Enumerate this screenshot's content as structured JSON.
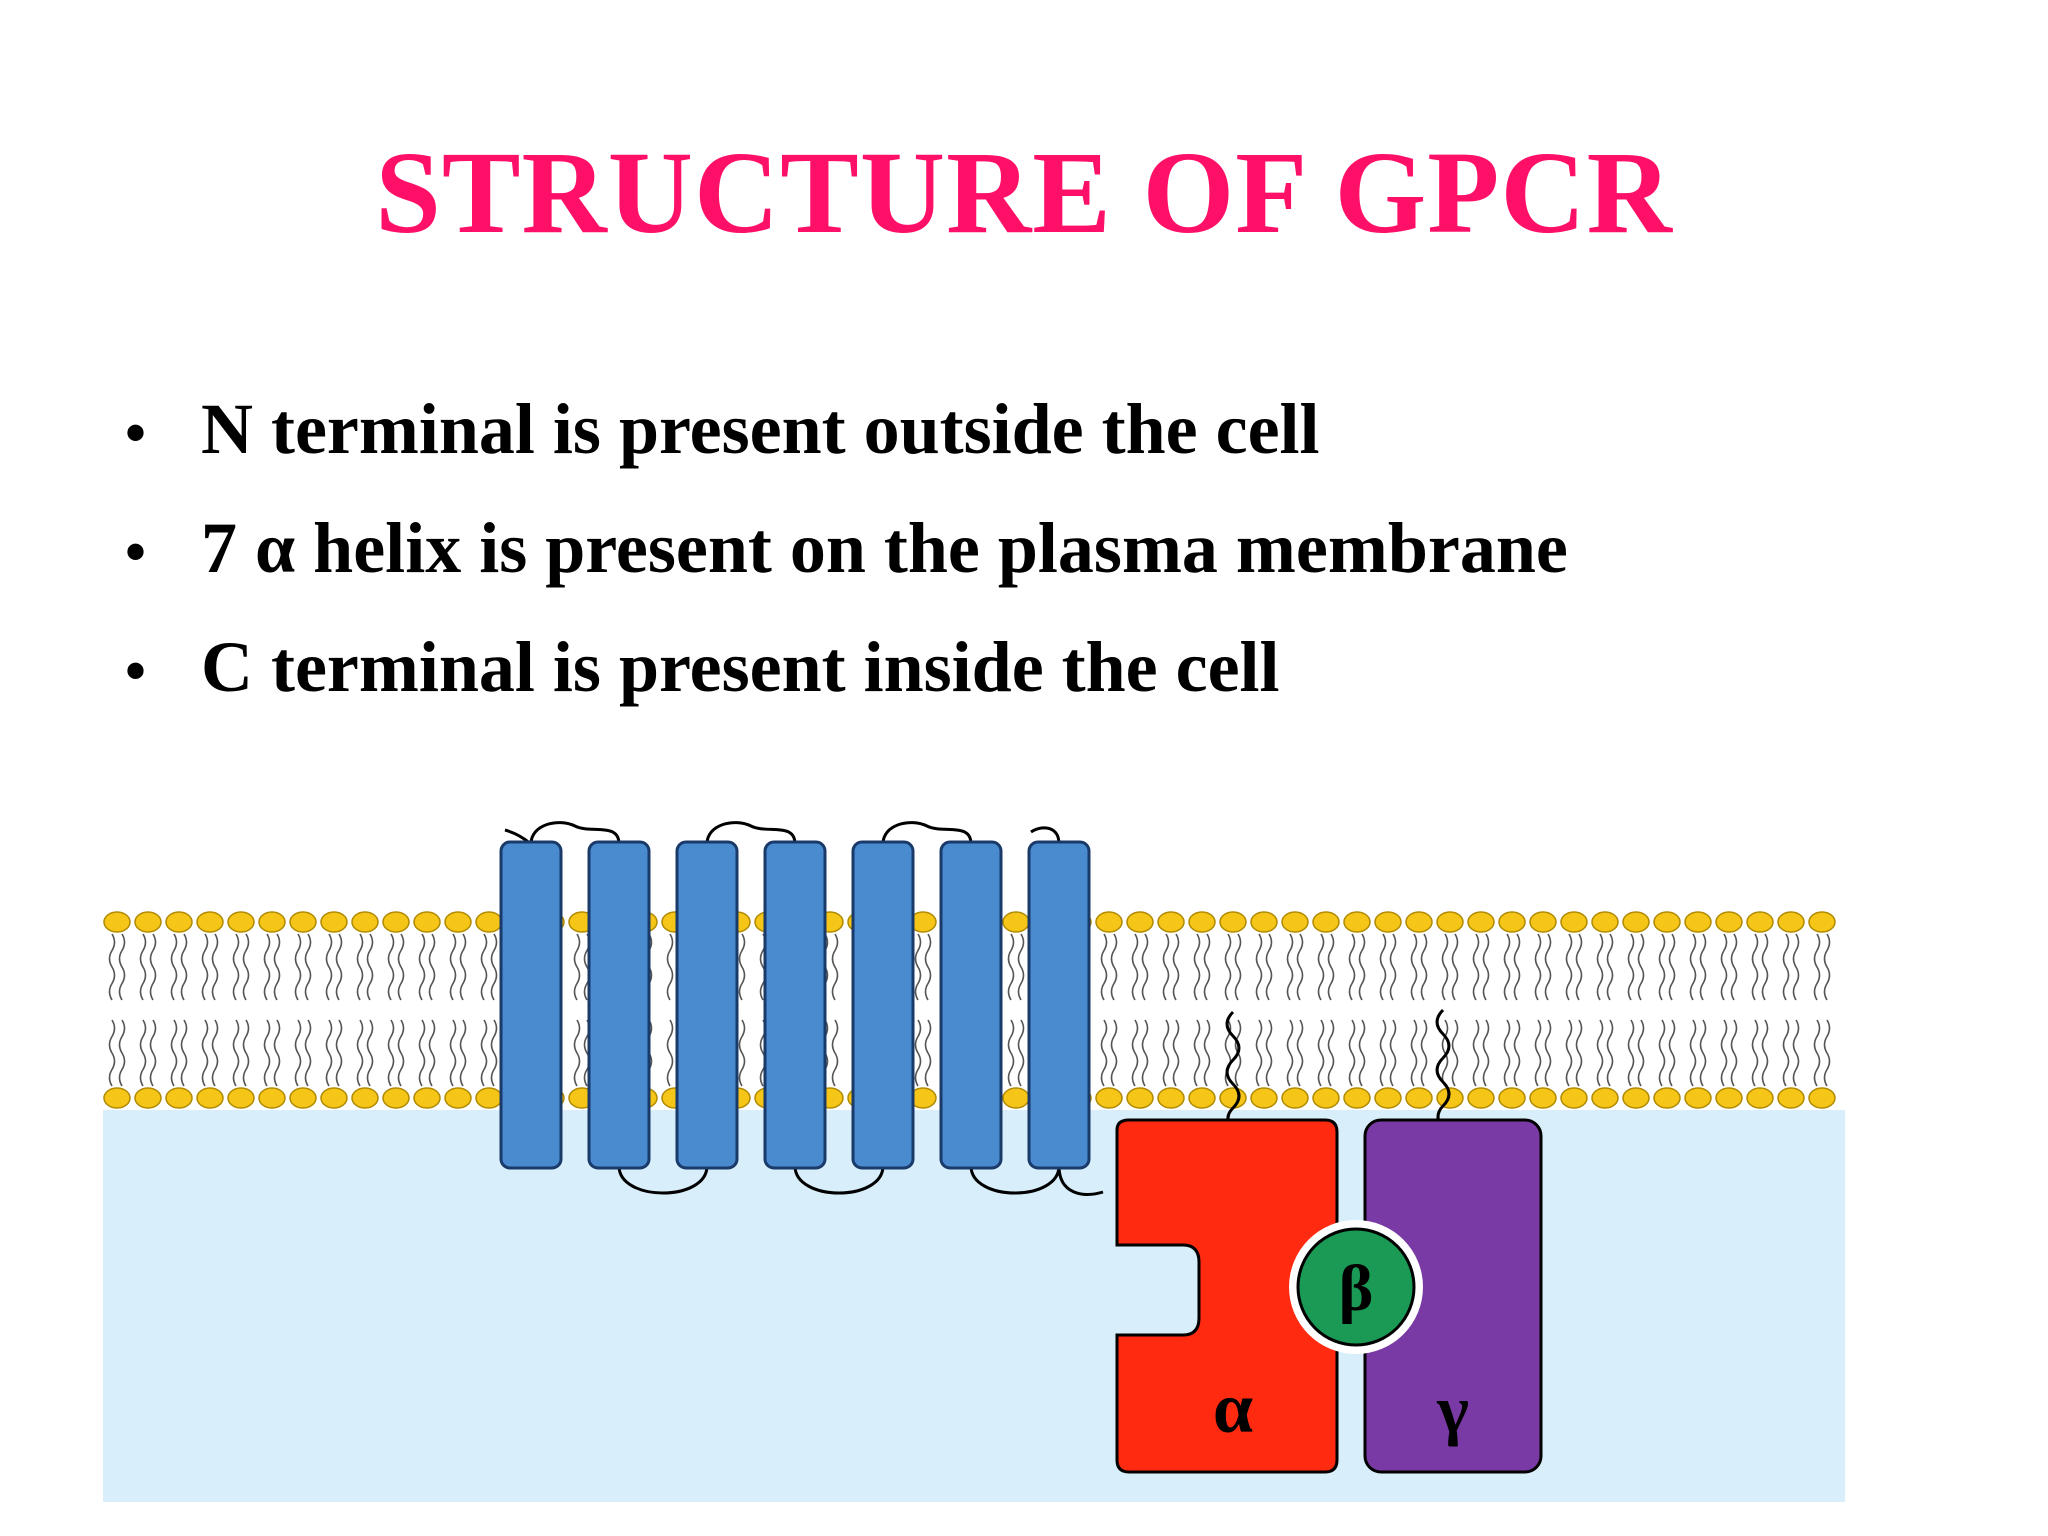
{
  "slide": {
    "title": "STRUCTURE OF GPCR",
    "title_color": "#ff1068",
    "bullets": [
      "N terminal is present outside the cell",
      "7 α helix is present on the plasma membrane",
      "C terminal is present inside the cell"
    ]
  },
  "diagram": {
    "helix_count": 7,
    "colors": {
      "cytoplasm": "#d8eefa",
      "extracellular": "#ffffff",
      "lipid_head": "#f5c518",
      "helix": "#4a8bd0",
      "g_alpha": "#ff2a10",
      "g_beta": "#1a9a55",
      "g_gamma": "#7a3aa5"
    },
    "subunits": {
      "alpha": "α",
      "beta": "β",
      "gamma": "γ"
    }
  }
}
